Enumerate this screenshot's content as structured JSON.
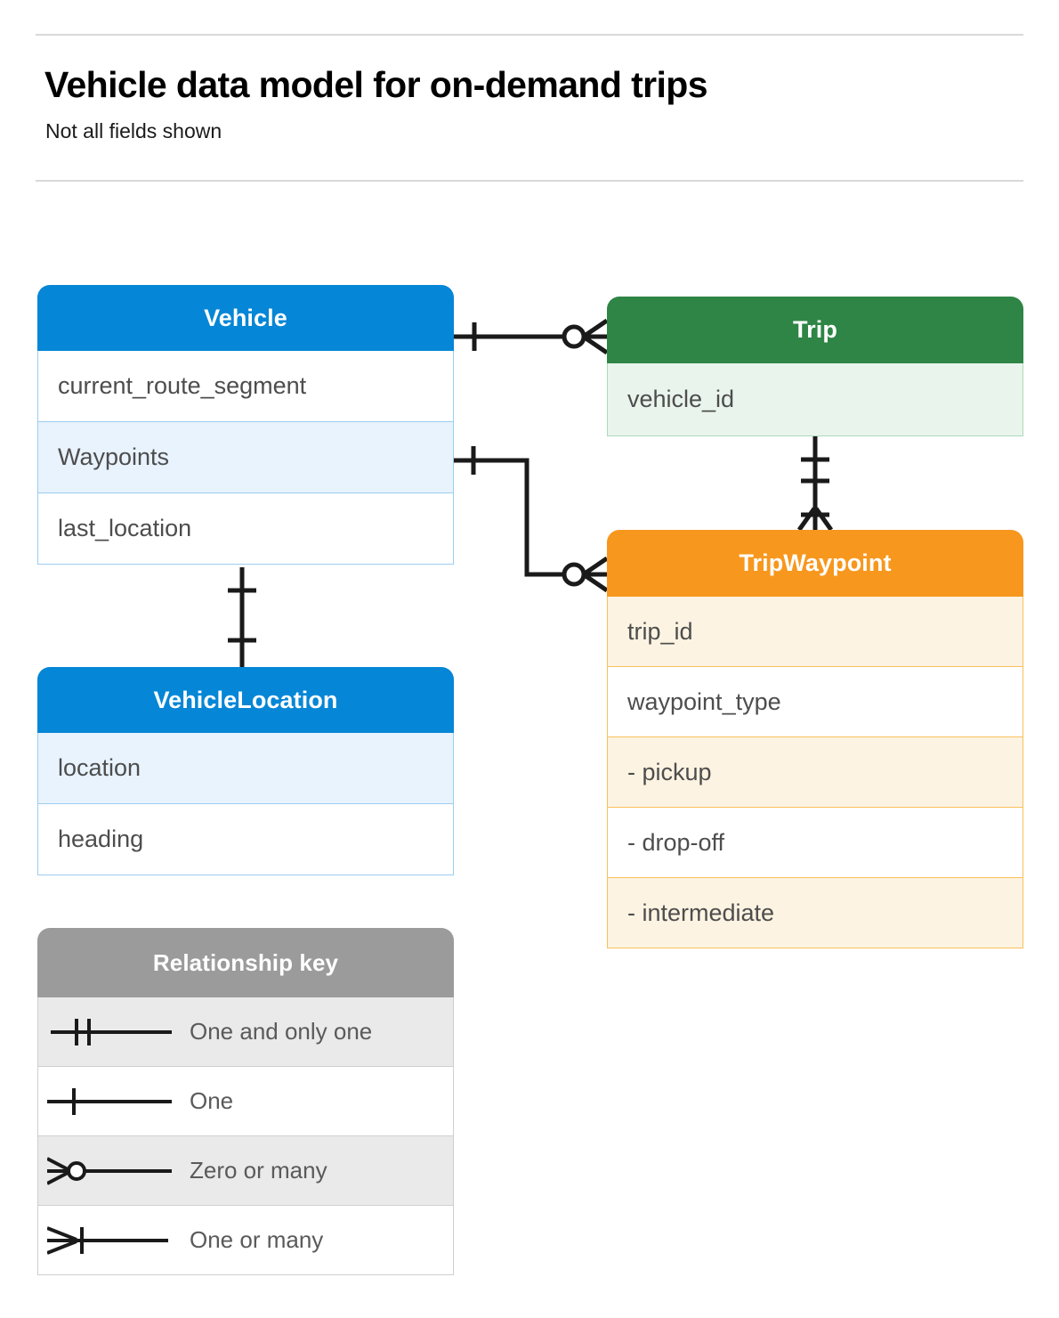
{
  "header": {
    "title": "Vehicle data model for on-demand trips",
    "subtitle": "Not all fields shown"
  },
  "colors": {
    "blue_header": "#0586d6",
    "blue_border": "#9ccdf0",
    "blue_fill": "#e8f3fd",
    "green_header": "#2e8545",
    "green_border": "#aed9ba",
    "green_fill": "#e9f4ec",
    "orange_header": "#f7971d",
    "orange_border": "#f8c15c",
    "orange_fill": "#fdf3e2",
    "grey_header": "#9b9b9b",
    "grey_fill": "#eaeaea",
    "line": "#1a1a1a",
    "rule": "#d8d8d8"
  },
  "entities": {
    "vehicle": {
      "name": "Vehicle",
      "fields": [
        {
          "label": "current_route_segment",
          "highlighted": false
        },
        {
          "label": "Waypoints",
          "highlighted": true
        },
        {
          "label": "last_location",
          "highlighted": false
        }
      ]
    },
    "vehicle_location": {
      "name": "VehicleLocation",
      "fields": [
        {
          "label": "location",
          "highlighted": true
        },
        {
          "label": "heading",
          "highlighted": false
        }
      ]
    },
    "trip": {
      "name": "Trip",
      "fields": [
        {
          "label": "vehicle_id",
          "highlighted": true
        }
      ]
    },
    "trip_waypoint": {
      "name": "TripWaypoint",
      "fields": [
        {
          "label": "trip_id",
          "highlighted": true
        },
        {
          "label": "waypoint_type",
          "highlighted": false
        },
        {
          "label": "-  pickup",
          "highlighted": true
        },
        {
          "label": "-  drop-off",
          "highlighted": false
        },
        {
          "label": "-  intermediate",
          "highlighted": true
        }
      ]
    }
  },
  "legend": {
    "title": "Relationship key",
    "rows": [
      {
        "label": "One and only one",
        "symbol": "one-and-only-one",
        "highlighted": true
      },
      {
        "label": "One",
        "symbol": "one",
        "highlighted": false
      },
      {
        "label": "Zero or many",
        "symbol": "zero-or-many",
        "highlighted": true
      },
      {
        "label": "One or many",
        "symbol": "one-or-many",
        "highlighted": false
      }
    ]
  },
  "relationships": [
    {
      "from": "Vehicle",
      "to": "Trip",
      "from_cardinality": "One",
      "to_cardinality": "Zero or many"
    },
    {
      "from": "Vehicle.Waypoints",
      "to": "TripWaypoint",
      "from_cardinality": "One",
      "to_cardinality": "Zero or many"
    },
    {
      "from": "Trip",
      "to": "TripWaypoint",
      "from_cardinality": "One and only one",
      "to_cardinality": "One or many"
    },
    {
      "from": "Vehicle",
      "to": "VehicleLocation",
      "from_cardinality": "One",
      "to_cardinality": "One"
    }
  ]
}
